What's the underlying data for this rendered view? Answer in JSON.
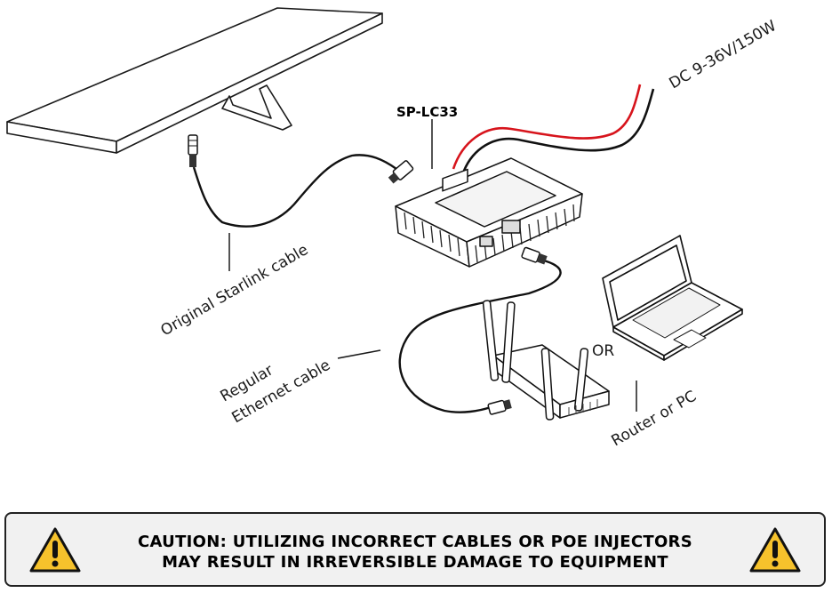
{
  "labels": {
    "model": "SP-LC33",
    "power": "DC 9-36V/150W",
    "starlink_cable": "Original Starlink cable",
    "ethernet_line1": "Regular",
    "ethernet_line2": "Ethernet cable",
    "or": "OR",
    "router_or_pc": "Router or PC"
  },
  "caution": {
    "line1": "CAUTION: UTILIZING INCORRECT CABLES OR POE INJECTORS",
    "line2": "MAY RESULT IN IRREVERSIBLE DAMAGE TO EQUIPMENT",
    "icon_left": "warning-triangle",
    "icon_right": "warning-triangle"
  },
  "colors": {
    "power_positive": "#d7141c",
    "power_negative": "#111111",
    "warning_fill": "#f6c22c",
    "caution_bg": "#f1f1f1"
  }
}
